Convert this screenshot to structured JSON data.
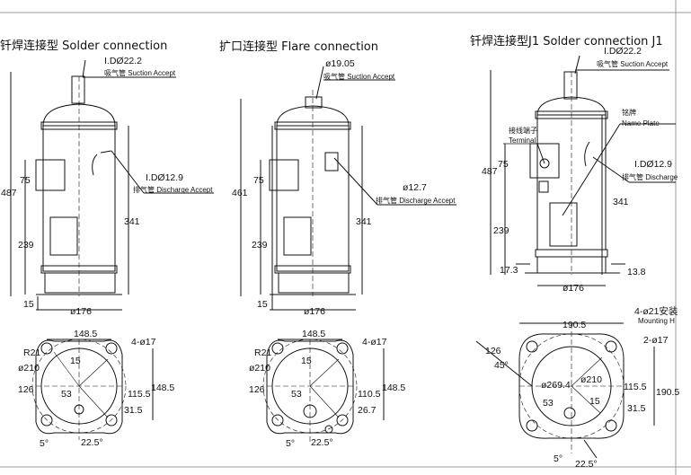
{
  "views": {
    "solder": {
      "title": "钎焊连接型 Solder connection",
      "suction_id": "I.DØ22.2",
      "suction_label": "吸气管 Suction Accept",
      "discharge_id": "I.DØ12.9",
      "discharge_label": "排气管 Discharge Accept",
      "dim_total": "487",
      "dim_75": "75",
      "dim_341": "341",
      "dim_239": "239",
      "dim_15": "15",
      "dim_base": "ø176",
      "dim_1485_top": "148.5",
      "dim_4phi17": "4-ø17",
      "dim_r21": "R21",
      "dim_phi210": "ø210",
      "dim_126": "126",
      "dim_15_angle": "15",
      "dim_53": "53",
      "dim_1155": "115.5",
      "dim_315": "31.5",
      "dim_1485_side": "148.5",
      "dim_5deg": "5°",
      "dim_225": "22.5°"
    },
    "flare": {
      "title": "扩口连接型 Flare connection",
      "suction_id": "ø19.05",
      "suction_label": "吸气管 Suction Accept",
      "discharge_id": "ø12.7",
      "discharge_label": "排气管 Discharge Accept",
      "dim_total": "461",
      "dim_75": "75",
      "dim_341": "341",
      "dim_239": "239",
      "dim_15": "15",
      "dim_base": "ø176",
      "dim_1485_top": "148.5",
      "dim_4phi17": "4-ø17",
      "dim_r21": "R21",
      "dim_phi210": "ø210",
      "dim_126": "126",
      "dim_15_angle": "15",
      "dim_53": "53",
      "dim_1105": "110.5",
      "dim_267": "26.7",
      "dim_1485_side": "148.5",
      "dim_5deg": "5°",
      "dim_225": "22.5°"
    },
    "j1": {
      "title": "钎焊连接型J1 Solder connection J1",
      "suction_id": "I.DØ22.2",
      "suction_label": "吸气管 Suction Accept",
      "terminal_cn": "接线端子",
      "terminal_en": "Terminal",
      "nameplate_cn": "铭牌",
      "nameplate_en": "Name Plate",
      "discharge_id": "I.DØ12.9",
      "discharge_label": "排气管 Discharge",
      "dim_total": "487",
      "dim_75": "75",
      "dim_341": "341",
      "dim_239": "239",
      "dim_173": "17.3",
      "dim_138": "13.8",
      "dim_base": "ø176",
      "dim_1905_top": "190.5",
      "dim_4phi21": "4-ø21安装",
      "mounting": "Mounting H",
      "dim_2phi17": "2-ø17",
      "dim_126": "126",
      "dim_45": "45°",
      "dim_phi2694": "ø269.4",
      "dim_phi210": "ø210",
      "dim_53": "53",
      "dim_15": "15",
      "dim_1155": "115.5",
      "dim_315": "31.5",
      "dim_1905_side": "190.5",
      "dim_5deg": "5°",
      "dim_225": "22.5°"
    }
  }
}
